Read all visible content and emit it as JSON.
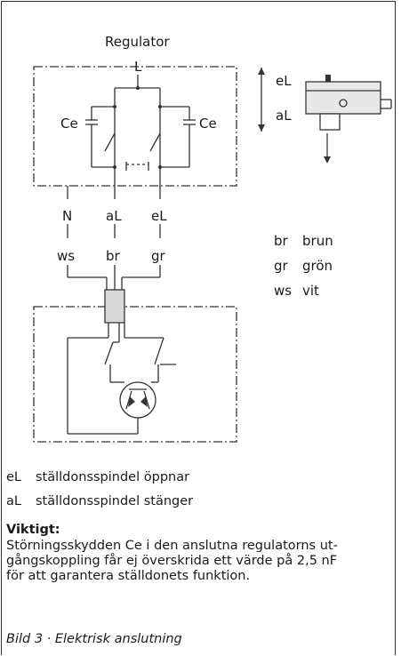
{
  "diagram": {
    "regulator_title": "Regulator",
    "line_label": "L",
    "capacitor_left": "Ce",
    "capacitor_right": "Ce",
    "terminal_labels": [
      "N",
      "aL",
      "eL"
    ],
    "wire_color_codes": [
      "ws",
      "br",
      "gr"
    ],
    "actuator_up_label": "eL",
    "actuator_down_label": "aL"
  },
  "legend": [
    {
      "code": "br",
      "meaning": "brun"
    },
    {
      "code": "gr",
      "meaning": "grön"
    },
    {
      "code": "ws",
      "meaning": "vit"
    }
  ],
  "notes": [
    {
      "code": "eL",
      "text": "ställdonsspindel öppnar"
    },
    {
      "code": "aL",
      "text": "ställdonsspindel stänger"
    }
  ],
  "important": {
    "heading": "Viktigt:",
    "lines": [
      "Störningsskydden Ce i den anslutna regulatorns ut-",
      "gångskoppling får ej överskrida ett värde på 2,5 nF",
      "för att garantera ställdonets funktion."
    ]
  },
  "caption": "Bild 3 · Elektrisk anslutning"
}
